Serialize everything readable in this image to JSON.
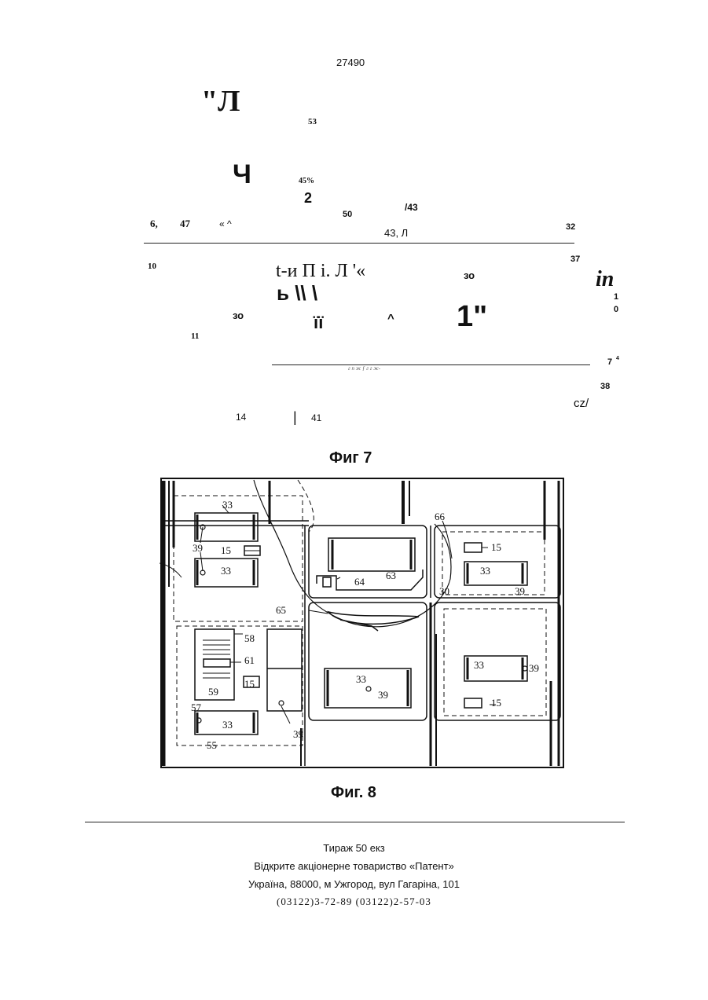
{
  "page_number": "27490",
  "fig7": {
    "caption": "Фиг 7",
    "labels": {
      "a": "\"Л",
      "b": "53",
      "c": "Ч",
      "d": "45%",
      "e": "2",
      "f": "50",
      "g": "/43",
      "h": "6,",
      "i": "47",
      "j": "« ^",
      "k": "43,  Л",
      "l": "32",
      "m": "10",
      "n": "37",
      "o": "t-и  П     i.  Л  '«",
      "p": "зо",
      "q": "in",
      "r": "ь   \\\\     \\",
      "s": "1",
      "t": "0",
      "u": "зо",
      "v": "її",
      "w": "^",
      "x": "1\"",
      "y": "11",
      "z": "7",
      "z2": "4",
      "aa": "38",
      "ab": "cz/",
      "ac": "14",
      "ad": "|",
      "ae": "41",
      "af": "г  п     ж    ƒ    г  г    ж-"
    }
  },
  "fig8": {
    "caption": "Фиг. 8",
    "labels": {
      "n33a": "33",
      "n15a": "15",
      "n39a": "39",
      "n33b": "33",
      "n66": "66",
      "n64": "64",
      "n63": "63",
      "n65": "65",
      "n15b": "15",
      "n33c": "33",
      "n30": "30",
      "n39b": "39",
      "n58": "58",
      "n61": "61",
      "n59": "59",
      "n15c": "15",
      "n57": "57",
      "n33d": "33",
      "n55": "55",
      "n39c": "39",
      "n33e": "33",
      "n39d": "39",
      "n33f": "33",
      "n39e": "39",
      "n15d": "15"
    }
  },
  "footer": {
    "line1": "Тираж 50 екз",
    "line2": "Відкрите акціонерне товариство «Патент»",
    "line3": "Україна, 88000, м Ужгород, вул Гагаріна, 101",
    "line4": "(03122)3-72-89 (03122)2-57-03"
  }
}
